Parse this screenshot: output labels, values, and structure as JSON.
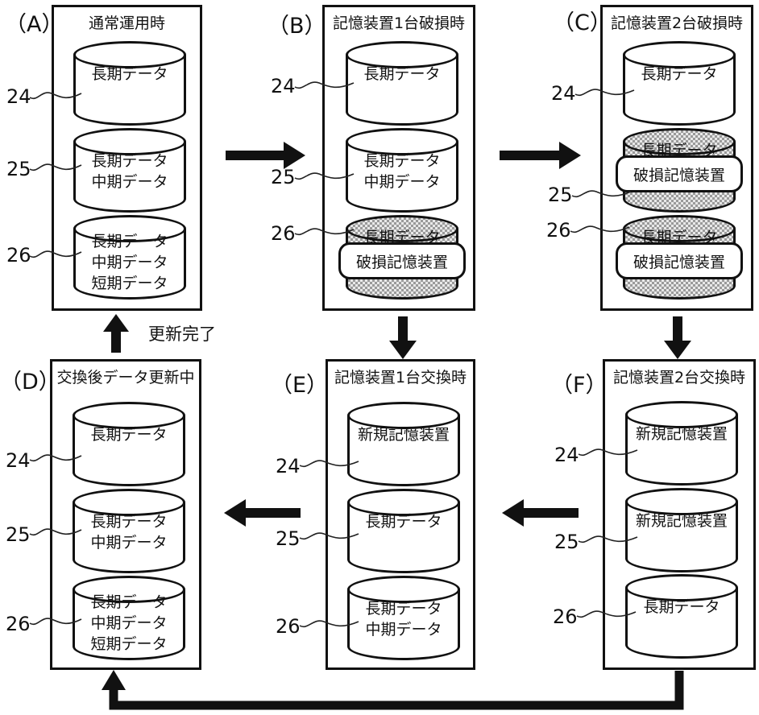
{
  "figure": {
    "labels": {
      "update_done": "更新完了"
    },
    "panels": [
      {
        "id": "A",
        "bracket": "（A）",
        "title": "通常運用時",
        "cylinders": [
          {
            "ref": "24",
            "lines": [
              "長期データ"
            ]
          },
          {
            "ref": "25",
            "lines": [
              "長期データ",
              "中期データ"
            ]
          },
          {
            "ref": "26",
            "lines": [
              "長期データ",
              "中期データ",
              "短期データ"
            ]
          }
        ]
      },
      {
        "id": "B",
        "bracket": "（B）",
        "title": "記憶装置1台破損時",
        "cylinders": [
          {
            "ref": "24",
            "lines": [
              "長期データ"
            ]
          },
          {
            "ref": "25",
            "lines": [
              "長期データ",
              "中期データ"
            ]
          },
          {
            "ref": "26",
            "lines": [
              "長期データ"
            ],
            "damaged": true,
            "badge": "破損記憶装置"
          }
        ]
      },
      {
        "id": "C",
        "bracket": "（C）",
        "title": "記憶装置2台破損時",
        "cylinders": [
          {
            "ref": "24",
            "lines": [
              "長期データ"
            ]
          },
          {
            "ref": "25",
            "lines": [
              "長期データ"
            ],
            "damaged": true,
            "badge": "破損記憶装置"
          },
          {
            "ref": "26",
            "lines": [
              "長期データ"
            ],
            "damaged": true,
            "badge": "破損記憶装置"
          }
        ]
      },
      {
        "id": "D",
        "bracket": "（D）",
        "title": "交換後データ更新中",
        "cylinders": [
          {
            "ref": "24",
            "lines": [
              "長期データ"
            ]
          },
          {
            "ref": "25",
            "lines": [
              "長期データ",
              "中期データ"
            ]
          },
          {
            "ref": "26",
            "lines": [
              "長期データ",
              "中期データ",
              "短期データ"
            ]
          }
        ]
      },
      {
        "id": "E",
        "bracket": "（E）",
        "title": "記憶装置1台交換時",
        "cylinders": [
          {
            "ref": "24",
            "lines": [
              "新規記憶装置"
            ]
          },
          {
            "ref": "25",
            "lines": [
              "長期データ"
            ]
          },
          {
            "ref": "26",
            "lines": [
              "長期データ",
              "中期データ"
            ]
          }
        ]
      },
      {
        "id": "F",
        "bracket": "（F）",
        "title": "記憶装置2台交換時",
        "cylinders": [
          {
            "ref": "24",
            "lines": [
              "新規記憶装置"
            ]
          },
          {
            "ref": "25",
            "lines": [
              "新規記憶装置"
            ]
          },
          {
            "ref": "26",
            "lines": [
              "長期データ"
            ]
          }
        ]
      }
    ]
  }
}
